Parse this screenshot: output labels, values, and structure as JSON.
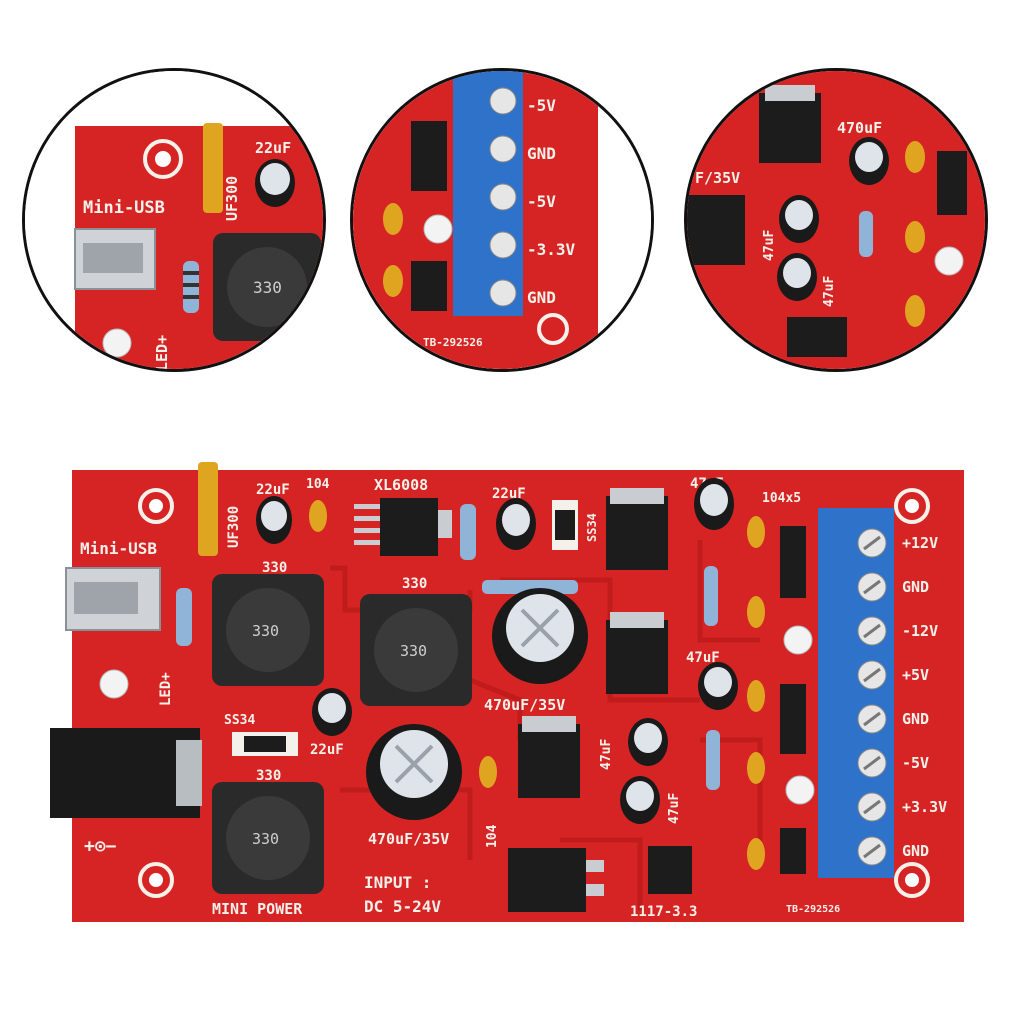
{
  "zooms": {
    "left": {
      "usb_label": "Mini-USB",
      "led_label": "LED+",
      "cap": "22uF",
      "diode": "UF300",
      "inductor": "330"
    },
    "middle": {
      "terminals": [
        "-5V",
        "GND",
        "-5V",
        "-3.3V",
        "GND"
      ],
      "board_code": "TB-292526"
    },
    "right": {
      "cap_a": "470uF",
      "cap_b": "F/35V",
      "cap_c": "47uF",
      "cap_d": "47uF"
    }
  },
  "board": {
    "usb_label": "Mini-USB",
    "led_label": "LED+",
    "diode_vertical": "UF300",
    "cap_top_left": "22uF",
    "label_104_top": "104",
    "chip_xl": "XL6008",
    "cap_top_mid": "22uF",
    "diode_ss34_top": "SS34",
    "cap_top_right": "47uF",
    "label_104_5": "104x5",
    "ind_top_left_label": "330",
    "ind_top_left": "330",
    "ind_mid_label": "330",
    "ind_mid": "330",
    "cap_big_top": "470uF/35V",
    "cap_mid_right": "47uF",
    "diode_ss34_bottom": "SS34",
    "cap_22_bottom": "22uF",
    "ind_bottom_label": "330",
    "ind_bottom": "330",
    "cap_big_bottom": "470uF/35V",
    "label_104_bottom": "104",
    "cap_47_a": "47uF",
    "cap_47_b": "47uF",
    "dc_symbol": "+⊙−",
    "mini_power": "MINI POWER",
    "input_line1": "INPUT :",
    "input_line2": "DC 5-24V",
    "reg_label": "1117-3.3",
    "board_code": "TB-292526",
    "terminals": [
      "+12V",
      "GND",
      "-12V",
      "+5V",
      "GND",
      "-5V",
      "+3.3V",
      "GND"
    ]
  },
  "colors": {
    "pcb": "#d62424",
    "terminal": "#2f72c9",
    "silkscreen": "#f4f0ea",
    "inductor": "#2a2a2a"
  }
}
